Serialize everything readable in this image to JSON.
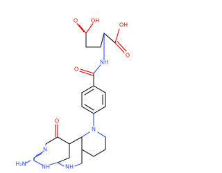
{
  "molecule": {
    "atoms": {
      "o_top": "O",
      "oh_top": "OH",
      "oh_right": "OH",
      "o_right": "O",
      "nh_amide": "NH",
      "o_amide": "O",
      "n_ring": "N",
      "o_bottom": "O",
      "n_pyr": "N",
      "h2n": "H₂N",
      "nh_pyr": "NH",
      "nh_ring": "NH"
    },
    "colors": {
      "carbon": "#1a1a1a",
      "oxygen": "#e30000",
      "nitrogen": "#3050f8"
    }
  }
}
